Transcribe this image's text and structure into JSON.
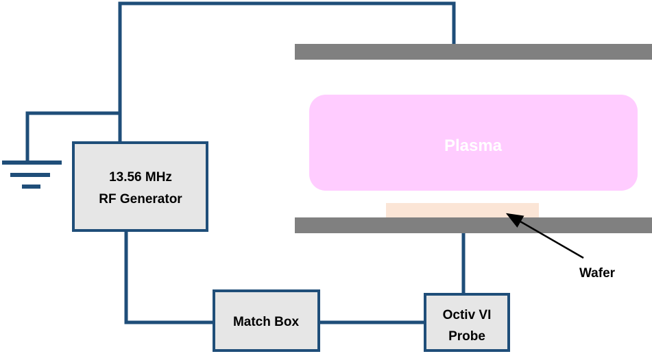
{
  "colors": {
    "wire": "#1f4e79",
    "box_fill": "#e6e6e6",
    "plate": "#808080",
    "plasma": "#ffccff",
    "wafer": "#fbe5d6",
    "arrow": "#000000"
  },
  "labels": {
    "rf_generator": [
      "13.56 MHz",
      "RF Generator"
    ],
    "match_box": "Match Box",
    "probe": [
      "Octiv VI",
      "Probe"
    ],
    "plasma": "Plasma",
    "wafer": "Wafer"
  }
}
